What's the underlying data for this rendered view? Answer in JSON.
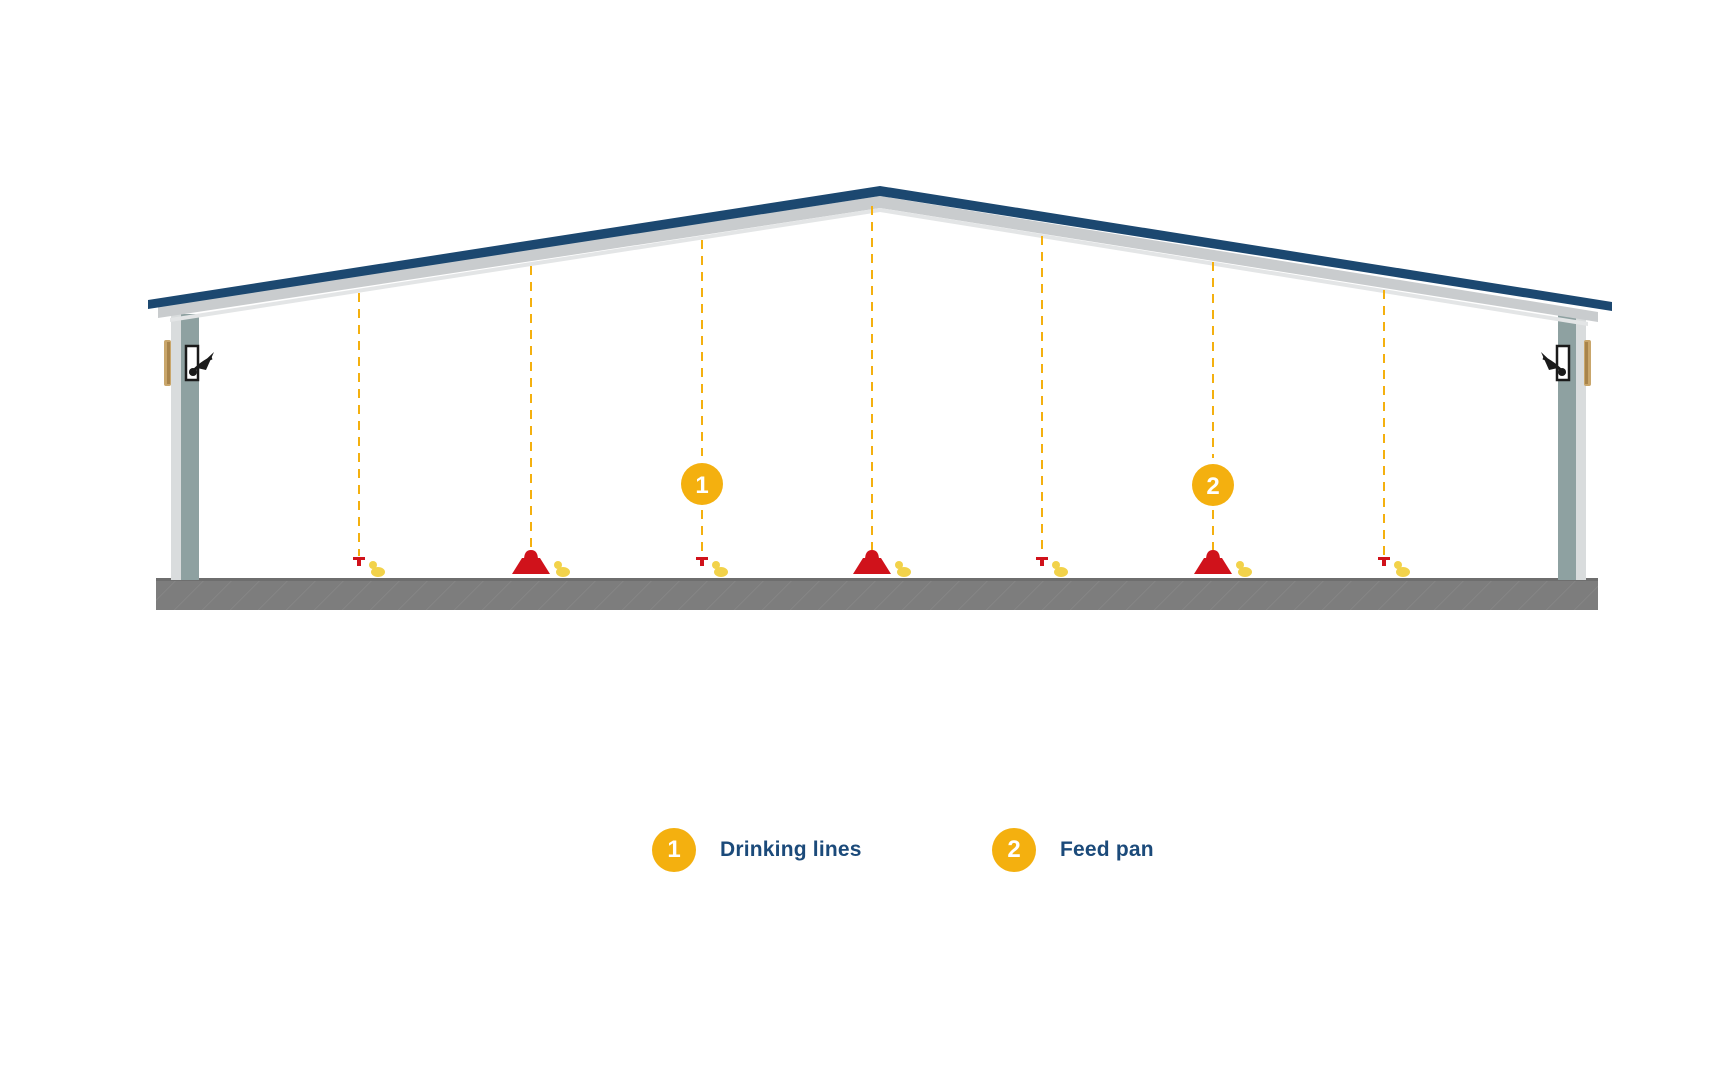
{
  "markers": [
    {
      "number": "1"
    },
    {
      "number": "2"
    }
  ],
  "legend": [
    {
      "number": "1",
      "label": "Drinking lines"
    },
    {
      "number": "2",
      "label": "Feed pan"
    }
  ],
  "colors": {
    "roof": "#1c4870",
    "roof_underside": "#c9ccce",
    "wall": "#8ea1a1",
    "floor": "#7d7d7d",
    "marker": "#f4b00f",
    "dashed_line": "#f4b00f",
    "feeder": "#d0121b",
    "chick": "#f2d24a",
    "legend_text": "#1b4a7a"
  },
  "icons": {
    "fan": "wall-fan-icon",
    "inlet": "air-inlet-icon",
    "feeder": "feed-pan-icon",
    "drinker": "drinker-nipple-icon",
    "chick": "chick-icon"
  }
}
